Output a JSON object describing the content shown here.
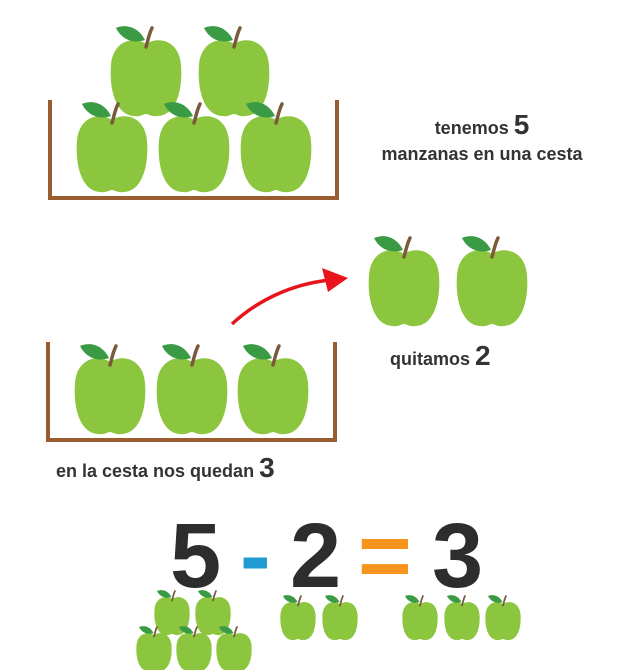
{
  "scene1": {
    "label_line1_text": "tenemos",
    "label_number": "5",
    "label_line2": "manzanas en una cesta"
  },
  "scene2": {
    "removed_label_text": "quitamos",
    "removed_number": "2",
    "remaining_label_text": "en la cesta nos quedan",
    "remaining_number": "3"
  },
  "equation": {
    "minuend": "5",
    "operator": "-",
    "subtrahend": "2",
    "equals": "=",
    "result": "3"
  },
  "colors": {
    "apple": "#8cc63f",
    "apple_shade": "#7ab535",
    "leaf": "#3a9b44",
    "stem": "#7a5a3a",
    "basket": "#9a5d2f",
    "arrow": "#e8141c",
    "minus": "#1f9bd1",
    "equals": "#f7941d",
    "text": "#333333"
  },
  "icons": {
    "fruit": "apple-icon",
    "container": "basket-icon",
    "motion": "arrow-icon"
  }
}
